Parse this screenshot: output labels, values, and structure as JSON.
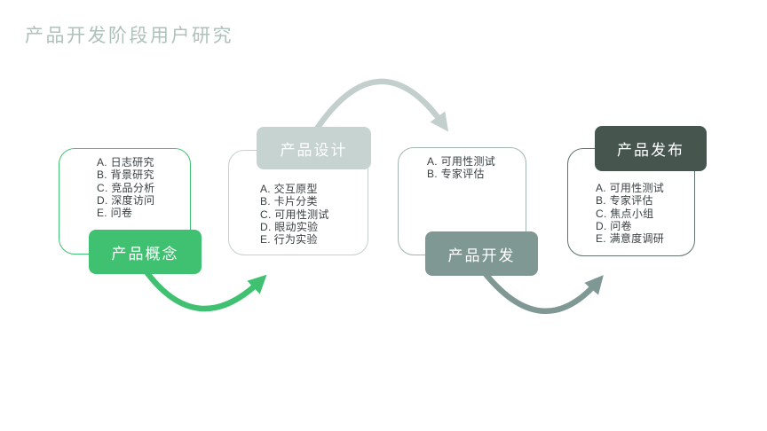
{
  "title": "产品开发阶段用户研究",
  "theme": {
    "background": "#ffffff",
    "title_color": "#aec1bb",
    "list_text_color": "#3b4143"
  },
  "stages": [
    {
      "label": "产品概念",
      "label_bg": "#3fc171",
      "label_text_color": "#ffffff",
      "border_color": "#41c272",
      "methods": [
        "A. 日志研究",
        "B. 背景研究",
        "C. 竞品分析",
        "D. 深度访问",
        "E. 问卷"
      ]
    },
    {
      "label": "产品设计",
      "label_bg": "#c7d3d0",
      "label_text_color": "#ffffff",
      "border_color": "#c6d0ce",
      "methods": [
        "A. 交互原型",
        "B. 卡片分类",
        "C. 可用性测试",
        "D. 眼动实验",
        "E. 行为实验"
      ]
    },
    {
      "label": "产品开发",
      "label_bg": "#7f9894",
      "label_text_color": "#ffffff",
      "border_color": "#a3b5b1",
      "methods": [
        "A. 可用性测试",
        "B. 专家评估"
      ]
    },
    {
      "label": "产品发布",
      "label_bg": "#46564f",
      "label_text_color": "#ffffff",
      "border_color": "#5f736c",
      "methods": [
        "A. 可用性测试",
        "B. 专家评估",
        "C. 焦点小组",
        "D. 问卷",
        "E. 满意度调研"
      ]
    }
  ],
  "arrows": [
    {
      "name": "concept-to-design",
      "color": "#3fc171"
    },
    {
      "name": "design-to-develop",
      "color": "#c3cfcc"
    },
    {
      "name": "develop-to-release",
      "color": "#7f9894"
    }
  ]
}
